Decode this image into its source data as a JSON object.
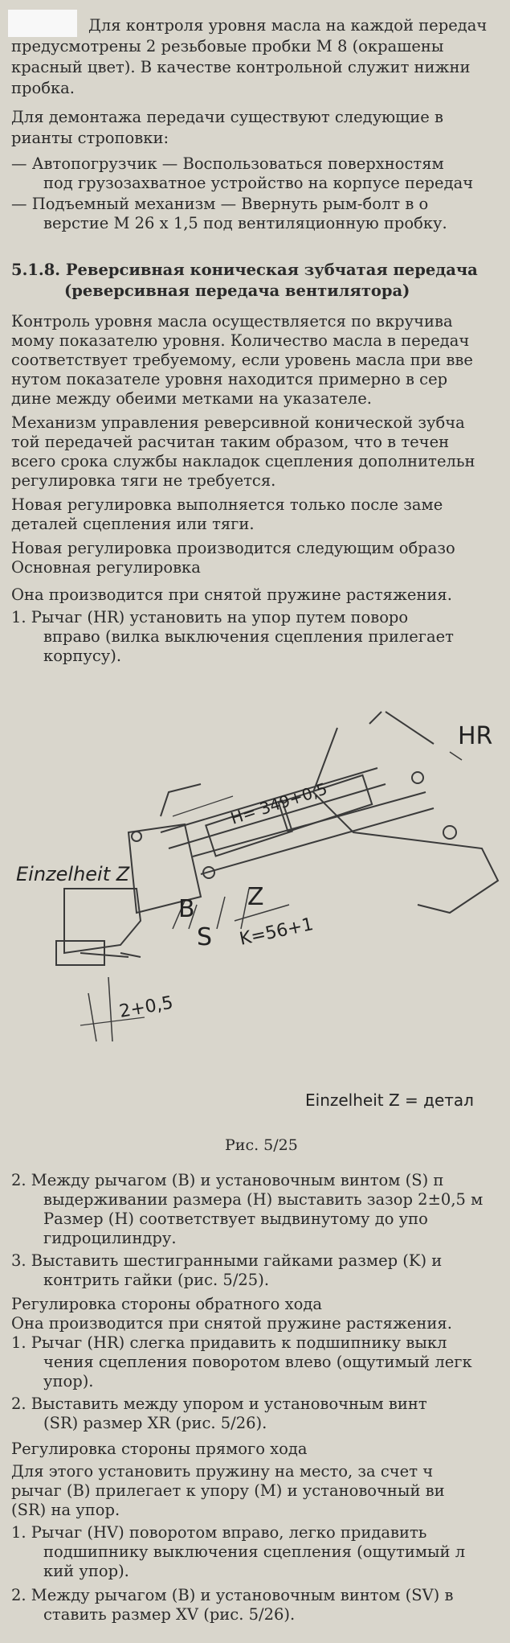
{
  "paragraphs": [
    "Для контроля уровня масла на каждой передач",
    "предусмотрены 2 резьбовые пробки M 8 (окрашены",
    "красный цвет). В качестве контрольной служит нижни",
    "пробка.",
    "Для демонтажа передачи существуют следующие в",
    "рианты строповки:",
    "— Автопогрузчик — Воспользоваться поверхностям",
    "под грузозахватное устройство на корпусе передач",
    "— Подъемный механизм — Ввернуть рым-болт в о",
    "верстие M 26 x 1,5 под вентиляционную пробку.",
    "5.1.8. Реверсивная коническая зубчатая передача",
    "(реверсивная передача вентилятора)",
    "Контроль уровня масла осуществляется по вкручива",
    "мому показателю уровня. Количество масла в передач",
    "соответствует требуемому, если уровень масла при вве",
    "нутом показателе уровня находится примерно в сер",
    "дине между обеими метками на указателе.",
    "Механизм управления реверсивной конической зубча",
    "той передачей расчитан таким образом, что в течен",
    "всего срока службы накладок сцепления дополнительн",
    "регулировка тяги не требуется.",
    "Новая регулировка выполняется только после заме",
    "деталей сцепления или тяги.",
    "Новая регулировка производится следующим образо",
    "Основная регулировка",
    "Она производится при снятой пружине растяжения.",
    "1. Рычаг (HR) установить на упор путем поворо",
    "вправо (вилка выключения сцепления прилегает",
    "корпусу)."
  ],
  "figure": {
    "label_hr": "HR",
    "label_h": "H= 349+0,5",
    "label_k": "K=56+1",
    "label_b": "B",
    "label_s": "S",
    "label_z": "Z",
    "label_detail": "Einzelheit Z",
    "label_gap": "2+0,5",
    "legend": "Einzelheit Z = детал",
    "caption": "Рис. 5/25"
  },
  "paragraphs2": [
    "2. Между рычагом (B) и установочным винтом (S) п",
    "выдерживании размера (H) выставить зазор 2±0,5 м",
    "Размер (H) соответствует выдвинутому до упо",
    "гидроцилиндру.",
    "3. Выставить шестигранными гайками размер (K) и",
    "контрить гайки (рис. 5/25).",
    "Регулировка стороны обратного хода",
    "Она производится при снятой пружине растяжения.",
    "1. Рычаг (HR) слегка придавить к подшипнику выкл",
    "чения сцепления поворотом влево (ощутимый легк",
    "упор).",
    "2. Выставить между упором и установочным винт",
    "(SR) размер XR (рис. 5/26).",
    "Регулировка стороны прямого хода",
    "Для этого установить пружину на место, за счет ч",
    "рычаг (B) прилегает к упору (M) и установочный ви",
    "(SR) на упор.",
    "1. Рычаг (HV) поворотом вправо, легко придавить",
    "подшипнику выключения сцепления (ощутимый л",
    "кий упор).",
    "2. Между рычагом (B) и установочным винтом (SV) в",
    "ставить размер XV (рис. 5/26)."
  ]
}
